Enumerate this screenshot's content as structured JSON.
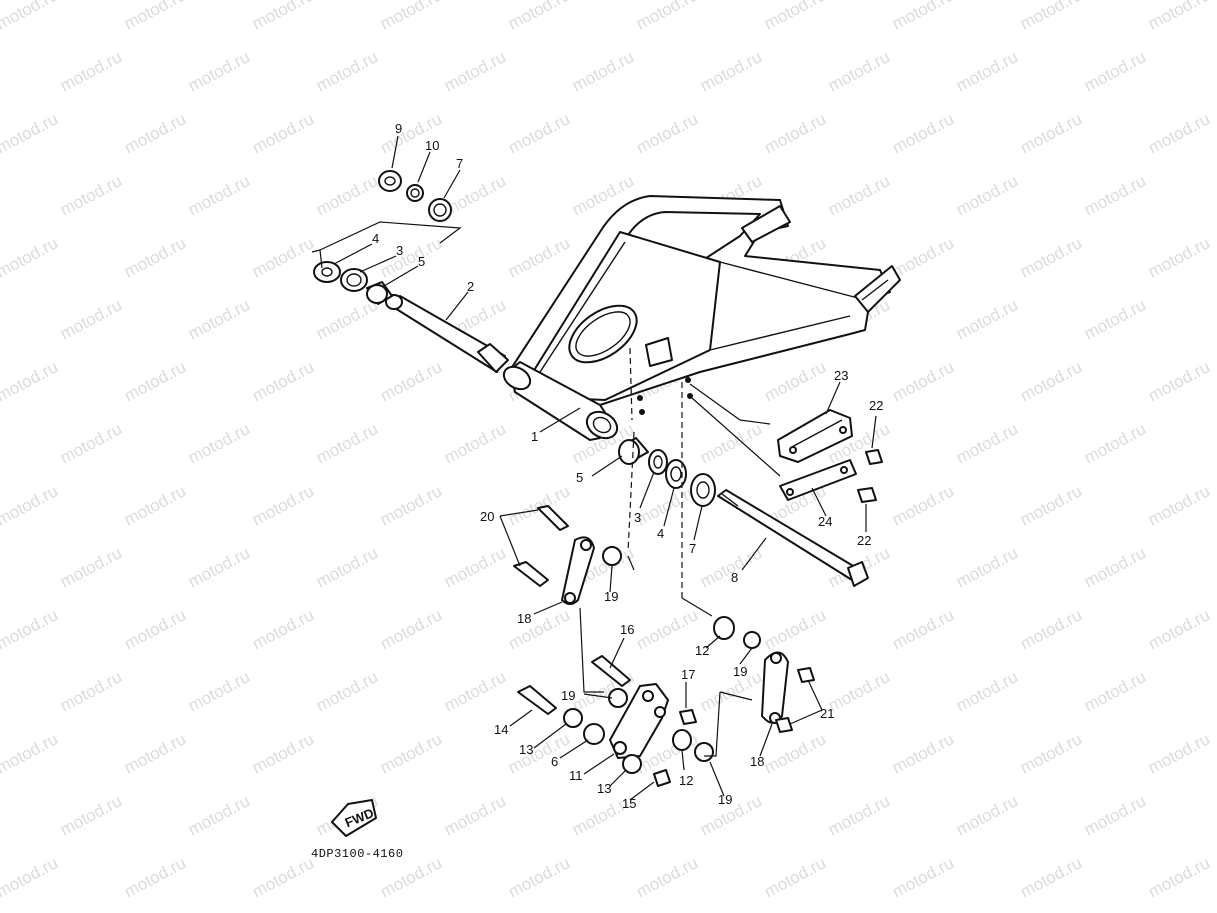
{
  "watermark": "motod.ru",
  "diagram_code": "4DP3100-4160",
  "fwd_badge": "FWD",
  "callouts": [
    {
      "num": "9"
    },
    {
      "num": "10"
    },
    {
      "num": "7"
    },
    {
      "num": "4"
    },
    {
      "num": "3"
    },
    {
      "num": "5"
    },
    {
      "num": "2"
    },
    {
      "num": "1"
    },
    {
      "num": "5"
    },
    {
      "num": "3"
    },
    {
      "num": "4"
    },
    {
      "num": "7"
    },
    {
      "num": "8"
    },
    {
      "num": "23"
    },
    {
      "num": "22"
    },
    {
      "num": "24"
    },
    {
      "num": "22"
    },
    {
      "num": "20"
    },
    {
      "num": "18"
    },
    {
      "num": "19"
    },
    {
      "num": "16"
    },
    {
      "num": "12"
    },
    {
      "num": "19"
    },
    {
      "num": "17"
    },
    {
      "num": "21"
    },
    {
      "num": "19"
    },
    {
      "num": "14"
    },
    {
      "num": "13"
    },
    {
      "num": "6"
    },
    {
      "num": "11"
    },
    {
      "num": "12"
    },
    {
      "num": "18"
    },
    {
      "num": "13"
    },
    {
      "num": "15"
    },
    {
      "num": "19"
    }
  ]
}
